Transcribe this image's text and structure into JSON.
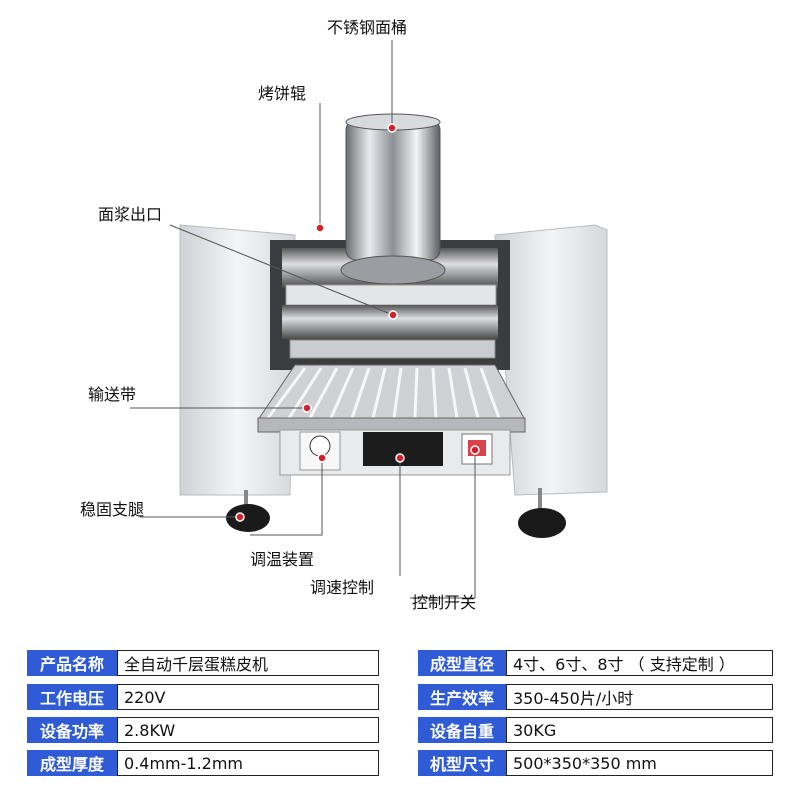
{
  "callouts": {
    "barrel": "不锈钢面桶",
    "roller": "烤饼辊",
    "batter_outlet": "面浆出口",
    "conveyor": "输送带",
    "leg": "稳固支腿",
    "temp_control": "调温装置",
    "speed_control": "调速控制",
    "switch": "控制开关"
  },
  "specs": {
    "left": [
      {
        "label": "产品名称",
        "value": "全自动千层蛋糕皮机"
      },
      {
        "label": "工作电压",
        "value": "220V"
      },
      {
        "label": "设备功率",
        "value": "2.8KW"
      },
      {
        "label": "成型厚度",
        "value": "0.4mm-1.2mm"
      }
    ],
    "right": [
      {
        "label": "成型直径",
        "value": "4寸、6寸、8寸 （ 支持定制 ）"
      },
      {
        "label": "生产效率",
        "value": "350-450片/小时"
      },
      {
        "label": "设备自重",
        "value": "30KG"
      },
      {
        "label": "机型尺寸",
        "value": "500*350*350 mm"
      }
    ]
  },
  "colors": {
    "label_bg": "#2f5cd6",
    "marker": "#d4202a"
  }
}
